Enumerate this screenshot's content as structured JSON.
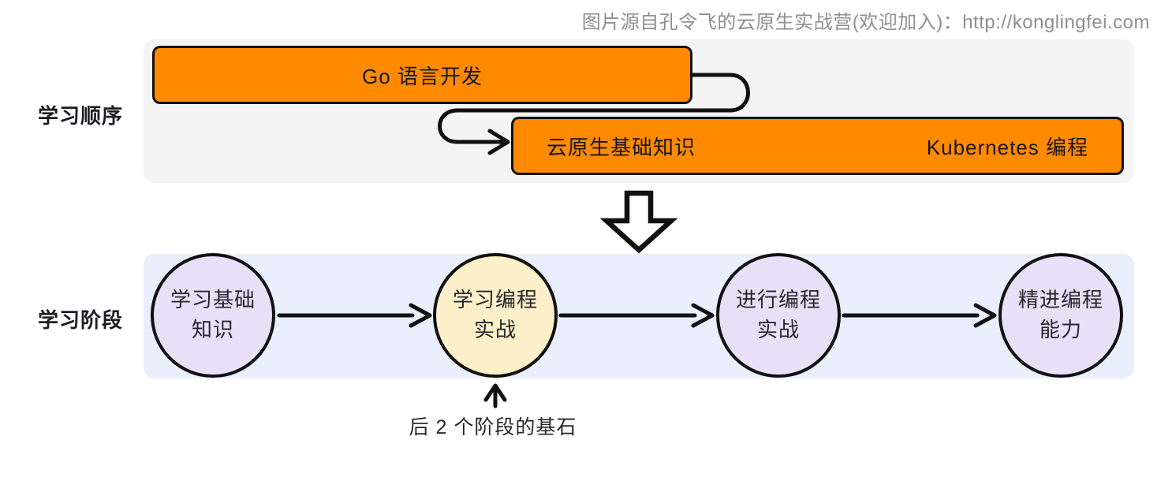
{
  "watermark": "图片源自孔令飞的云原生实战营(欢迎加入)：http://konglingfei.com",
  "theme": {
    "orange": "#FF8A00",
    "box_border": "#111111",
    "gray_panel": "#F4F4F4",
    "blue_panel": "#E9EFFC",
    "lavender": "#E8E0F7",
    "cream": "#FBF0C9",
    "text_dark": "#1C1C24",
    "watermark_gray": "#8F8F8F"
  },
  "sequence_section": {
    "label": "学习顺序",
    "box1": "Go 语言开发",
    "box2_left": "云原生基础知识",
    "box2_right": "Kubernetes 编程"
  },
  "stages_section": {
    "label": "学习阶段",
    "stages": [
      {
        "line1": "学习基础",
        "line2": "知识",
        "fill": "lavender"
      },
      {
        "line1": "学习编程",
        "line2": "实战",
        "fill": "cream"
      },
      {
        "line1": "进行编程",
        "line2": "实战",
        "fill": "lavender"
      },
      {
        "line1": "精进编程",
        "line2": "能力",
        "fill": "lavender"
      }
    ],
    "caption": "后 2 个阶段的基石"
  }
}
